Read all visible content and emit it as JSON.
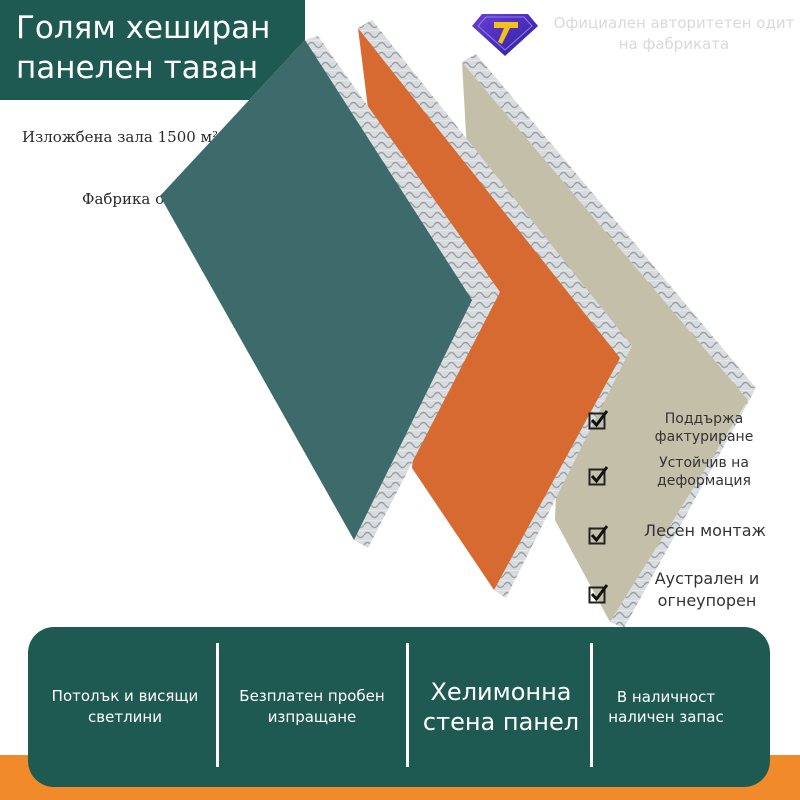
{
  "header": {
    "title": "Голям хеширан панелен таван",
    "certification": "Официален авторитетен одит на фабриката",
    "badge_icon": "diamond-badge-icon"
  },
  "info": {
    "showroom": "Изложбена зала 1500 м²",
    "factory": "Фабрика от 8000 м²"
  },
  "features": [
    {
      "label": "Поддържа фактуриране",
      "icon": "checkbox-icon"
    },
    {
      "label": "Устойчив на деформация",
      "icon": "checkbox-icon"
    },
    {
      "label": "Лесен монтаж",
      "icon": "checkbox-icon"
    },
    {
      "label": "Аустрален и огнеупорен",
      "icon": "checkbox-icon"
    }
  ],
  "bottom_bar": {
    "items": [
      "Потолък и висящи светлини",
      "Безплатен пробен изпращане",
      "Хелимонна стена панел",
      "В наличност наличен запас"
    ]
  },
  "colors": {
    "brand_green": "#1f5a52",
    "accent_orange": "#f08a2a",
    "panel_teal": "#3d6a6b",
    "panel_orange": "#d66a30",
    "panel_beige": "#c4bfa9"
  }
}
